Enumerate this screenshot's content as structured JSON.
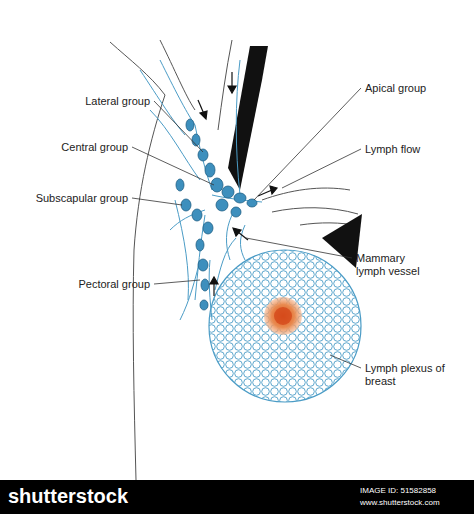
{
  "diagram": {
    "labels": [
      "Lateral group",
      "Central group",
      "Subscapular group",
      "Pectoral group",
      "Apical group",
      "Lymph flow",
      "Mammary lymph vessel",
      "Lymph plexus of breast",
      "shutterstock",
      "IMAGE ID: 51582858",
      "www.shutterstock.com"
    ]
  }
}
